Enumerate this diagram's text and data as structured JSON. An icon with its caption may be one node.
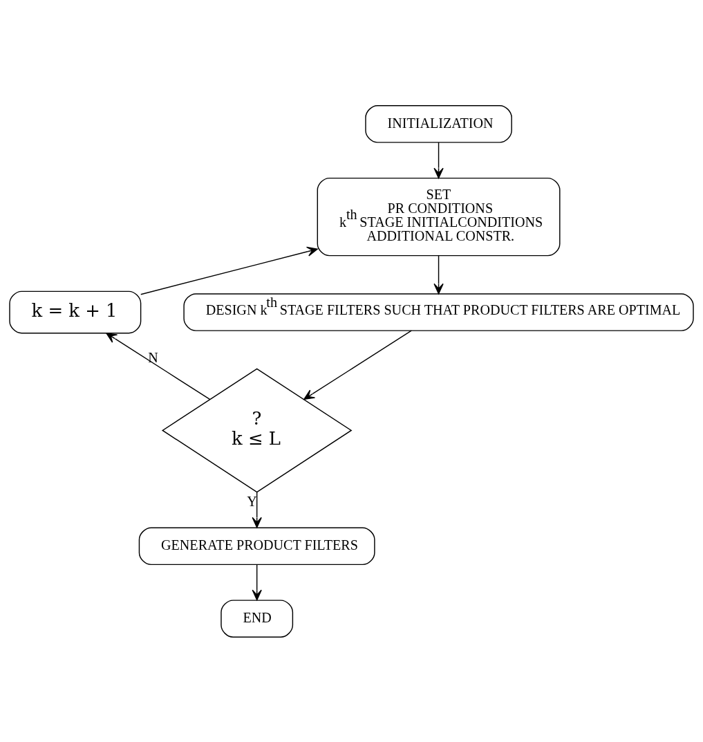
{
  "diagram": {
    "nodes": [
      {
        "text": [
          "INITIALIZATION"
        ]
      },
      {
        "text": [
          "SET",
          "PR CONDITIONS",
          "k$^{th}$ STAGE INITIALCONDITIONS",
          "ADDITIONAL CONSTR."
        ]
      },
      {
        "text": [
          "DESIGN k$^{th}$ STAGE FILTERS SUCH THAT PRODUCT FILTERS ARE OPTIMAL"
        ]
      },
      {
        "text": [
          "?",
          "k ≤ L"
        ]
      },
      {
        "text": [
          "k = k + 1"
        ]
      },
      {
        "text": [
          "GENERATE PRODUCT FILTERS"
        ]
      },
      {
        "text": [
          "END"
        ]
      }
    ],
    "edges": [
      {
        "from": 0,
        "to": 1,
        "arrow": "to"
      },
      {
        "from": 1,
        "to": 2,
        "arrow": "to"
      },
      {
        "from": 2,
        "to": 3,
        "arrow": "to"
      },
      {
        "from": 3,
        "to": 4,
        "arrow": "to",
        "label": "N"
      },
      {
        "from": 4,
        "to": 1,
        "arrow": "to"
      },
      {
        "from": 3,
        "to": 5,
        "arrow": "to",
        "label": "Y"
      },
      {
        "from": 5,
        "to": 6,
        "arrow": "to"
      }
    ]
  }
}
